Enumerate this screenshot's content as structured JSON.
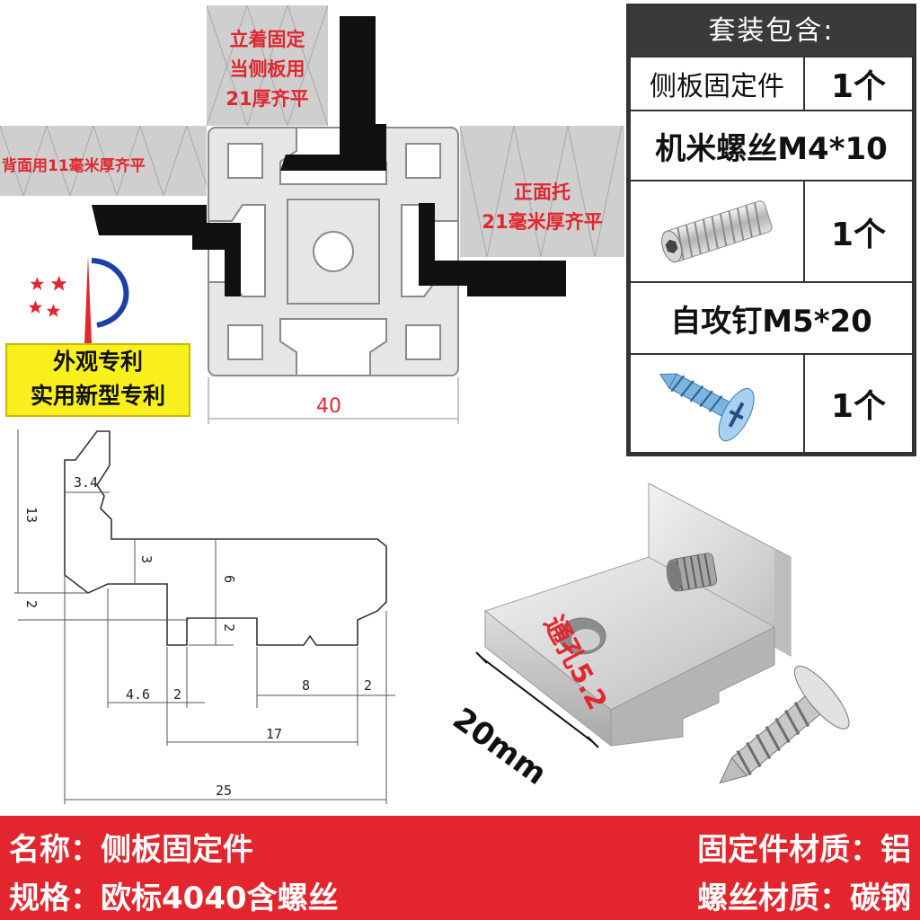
{
  "top_label": {
    "line1": "立着固定",
    "line2": "当侧板用",
    "line3": "21厚齐平"
  },
  "left_label": "背面用11毫米厚齐平",
  "right_label": {
    "line1": "正面托",
    "line2": "21毫米厚齐平"
  },
  "profile_width": "40",
  "patent": {
    "line1": "外观专利",
    "line2": "实用新型专利"
  },
  "kit": {
    "title": "套装包含:",
    "items": [
      {
        "name": "侧板固定件",
        "qty": "1个"
      },
      {
        "name": "机米螺丝M4*10",
        "qty": "1个"
      },
      {
        "name": "自攻钉M5*20",
        "qty": "1个"
      }
    ]
  },
  "dimensions": {
    "d_3_4": "3.4",
    "d_13": "13",
    "d_3": "3",
    "d_6": "6",
    "d_2a": "2",
    "d_2b": "2",
    "d_4_6": "4.6",
    "d_2c": "2",
    "d_8": "8",
    "d_2d": "2",
    "d_17": "17",
    "d_25": "25"
  },
  "photo_labels": {
    "hole": "通孔5.2",
    "length": "20mm"
  },
  "footer": {
    "name": "名称：侧板固定件",
    "spec": "规格：欧标4040含螺丝",
    "material": "固定件材质：铝",
    "screw_material": "螺丝材质：碳钢"
  },
  "colors": {
    "accent_red": "#e3262d",
    "patent_yellow": "#f8ef1c",
    "kit_header": "#3a3a3a"
  }
}
